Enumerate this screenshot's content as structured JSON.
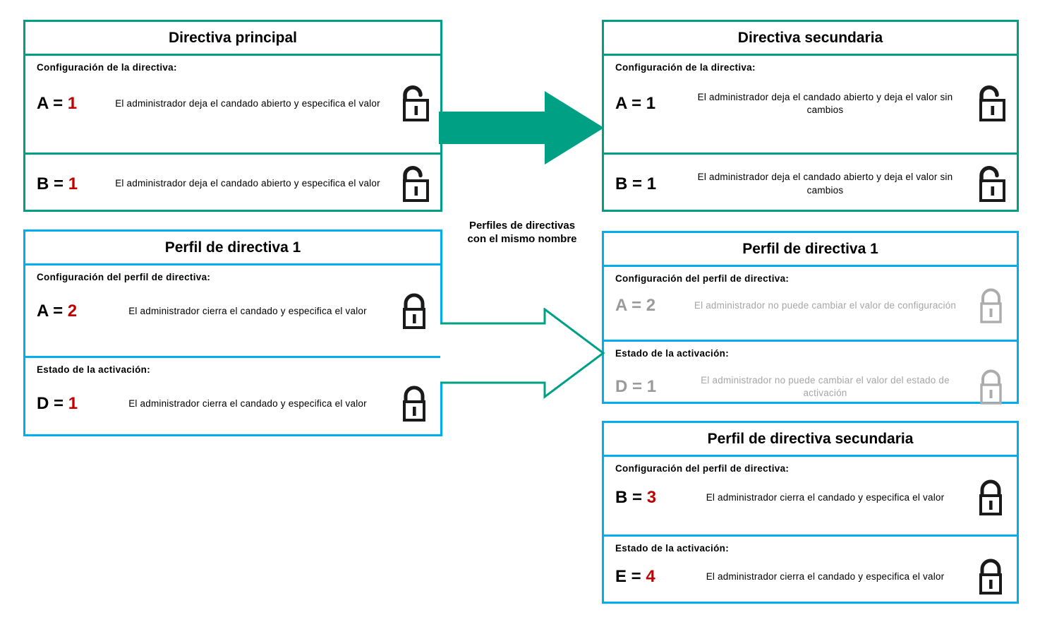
{
  "diagram": {
    "caption": {
      "line1": "Perfiles de directivas",
      "line2": "con el mismo nombre"
    },
    "colors": {
      "teal": "#009E84",
      "cyan": "#00AEEF",
      "red_value": "#C00000",
      "greyed_text": "#A6A6A6"
    }
  },
  "boxes": {
    "primary_policy": {
      "title": "Directiva principal",
      "section_label": "Configuración  de la directiva:",
      "rows": [
        {
          "key": "A = ",
          "value": "1",
          "value_color": "red",
          "description": "El administrador  deja  el candado  abierto  y especifica  el valor",
          "lock": "lock-open-icon"
        },
        {
          "key": "B = ",
          "value": "1",
          "value_color": "red",
          "description": "El administrador  deja  el candado  abierto  y especifica  el valor",
          "lock": "lock-open-icon"
        }
      ]
    },
    "secondary_policy": {
      "title": "Directiva secundaria",
      "section_label": "Configuración  de la directiva:",
      "rows": [
        {
          "key": "A = ",
          "value": "1",
          "value_color": "black",
          "description": "El administrador  deja  el candado  abierto  y deja  el valor  sin cambios",
          "lock": "lock-open-icon"
        },
        {
          "key": "B = ",
          "value": "1",
          "value_color": "black",
          "description": "El administrador  deja  el candado  abierto  y deja  el valor  sin cambios",
          "lock": "lock-open-icon"
        }
      ]
    },
    "policy_profile_1_left": {
      "title": "Perfil de directiva 1",
      "sections": [
        {
          "label": "Configuración  del perfil  de directiva:",
          "key": "A = ",
          "value": "2",
          "value_color": "red",
          "description": "El administrador  cierra el candado  y especifica el valor",
          "lock": "lock-closed-icon"
        },
        {
          "label": "Estado  de la activación:",
          "key": "D = ",
          "value": "1",
          "value_color": "red",
          "description": "El administrador  cierra el candado  y especifica el valor",
          "lock": "lock-closed-icon"
        }
      ]
    },
    "policy_profile_1_right": {
      "title": "Perfil de directiva 1",
      "sections": [
        {
          "label": "Configuración  del perfil  de directiva:",
          "key": "A = ",
          "value": "2",
          "value_color": "grey",
          "description": "El administrador  no puede  cambiar  el valor  de configuración",
          "lock": "lock-closed-grey-icon"
        },
        {
          "label": "Estado  de la activación:",
          "key": "D = ",
          "value": "1",
          "value_color": "grey",
          "description": "El administrador  no puede  cambiar  el valor del estado  de activación",
          "lock": "lock-closed-grey-icon"
        }
      ]
    },
    "secondary_policy_profile": {
      "title": "Perfil de directiva secundaria",
      "sections": [
        {
          "label": "Configuración  del perfil  de directiva:",
          "key": "B = ",
          "value": "3",
          "value_color": "red",
          "description": "El administrador  cierra el candado  y especifica el valor",
          "lock": "lock-closed-icon"
        },
        {
          "label": "Estado  de la activación:",
          "key": "E = ",
          "value": "4",
          "value_color": "red",
          "description": "El administrador  cierra el candado  y especifica el valor",
          "lock": "lock-closed-icon"
        }
      ]
    }
  },
  "arrows": {
    "top": "arrow-right-filled-icon",
    "bottom": "arrow-right-outline-icon"
  }
}
